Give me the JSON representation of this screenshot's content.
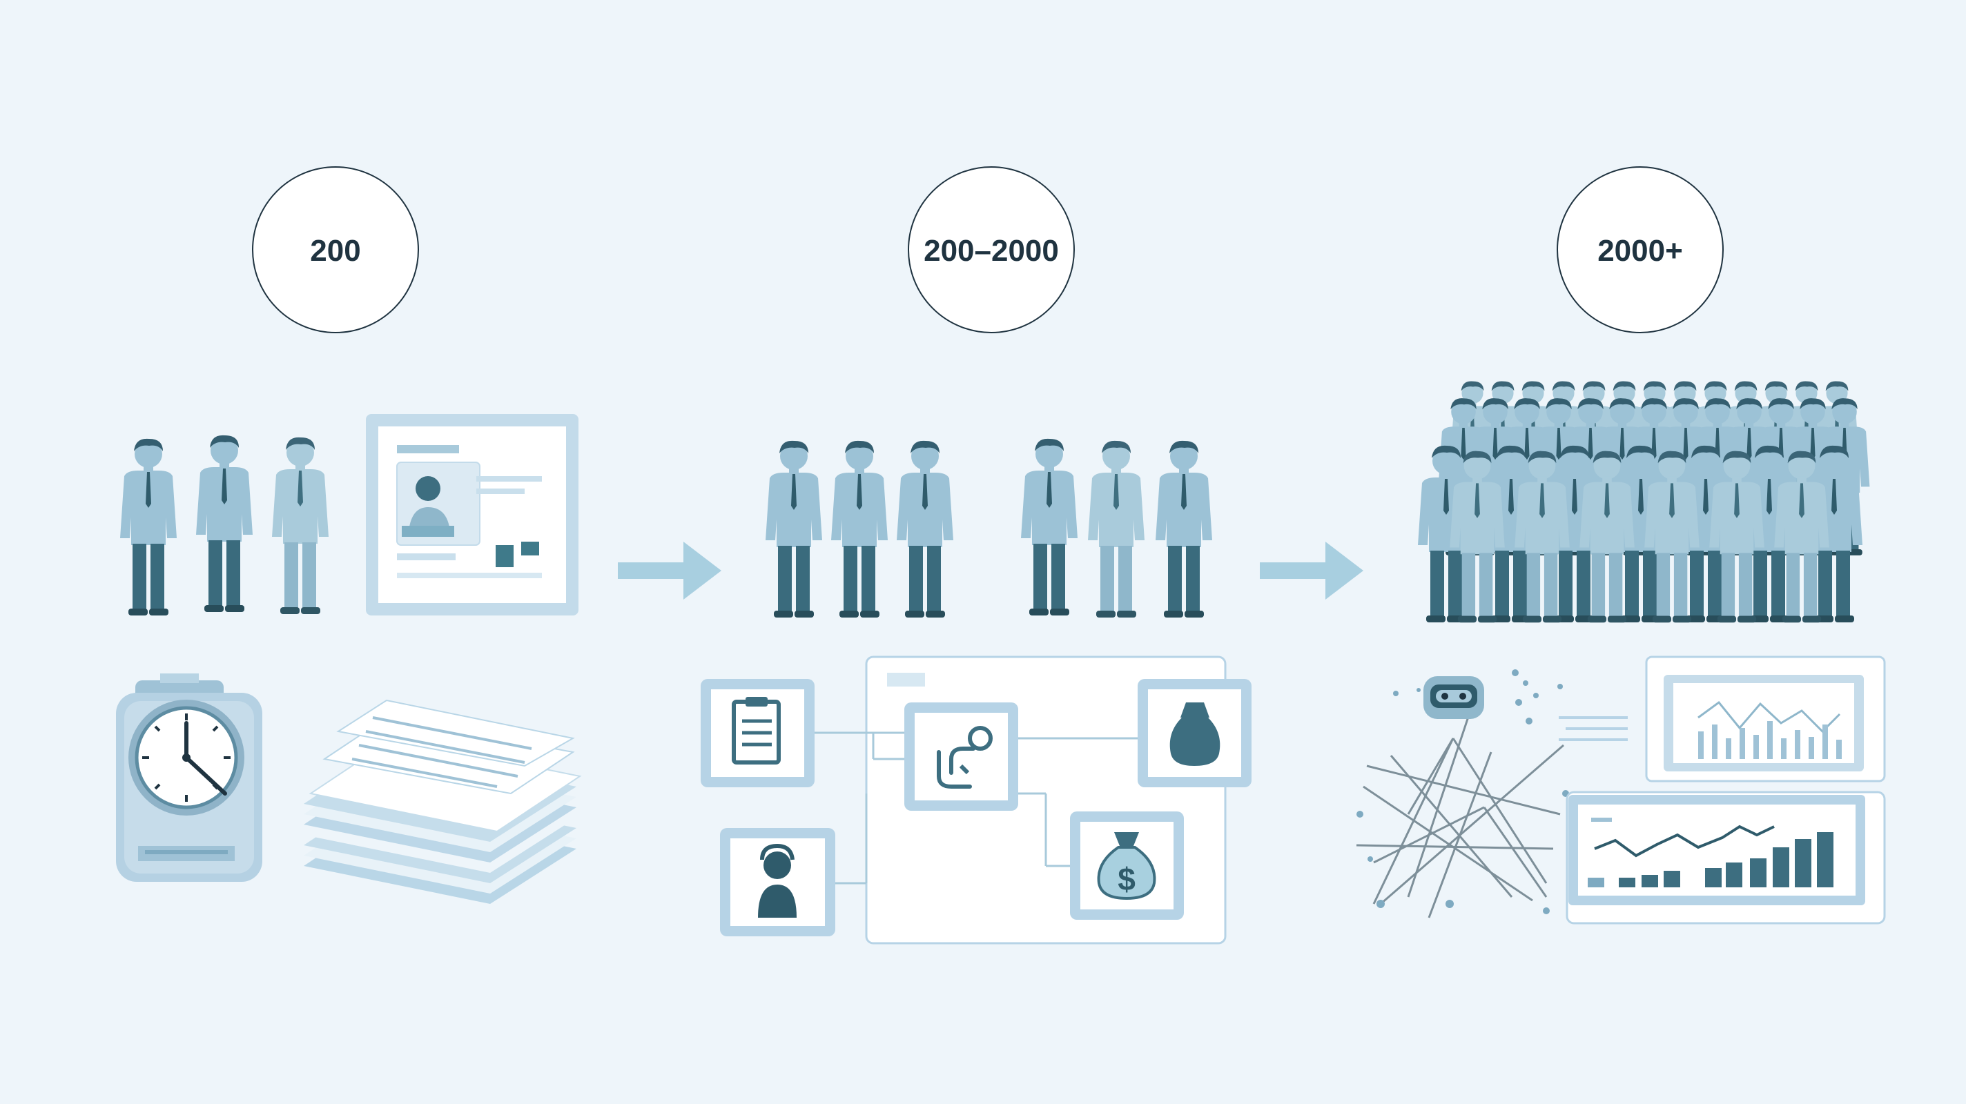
{
  "stages": [
    {
      "id": "small",
      "label": "200"
    },
    {
      "id": "medium",
      "label": "200–2000"
    },
    {
      "id": "large",
      "label": "2000+"
    }
  ],
  "colors": {
    "background": "#eef5fa",
    "dark": "#3d6e80",
    "mid": "#78a9c1",
    "light": "#a8cadb",
    "pale": "#cfe2ee",
    "panel": "#b6d3e6",
    "accent": "#3f7a8a"
  },
  "icons": {
    "stage_small": [
      "employee-icon",
      "employee-profile-icon",
      "time-clock-icon",
      "paper-stack-icon"
    ],
    "stage_medium": [
      "employee-icon",
      "document-icon",
      "integration-icon",
      "money-bag-icon",
      "dollar-bag-icon",
      "user-icon"
    ],
    "stage_large": [
      "crowd-icon",
      "ai-robot-icon",
      "analytics-dashboard-icon"
    ]
  }
}
